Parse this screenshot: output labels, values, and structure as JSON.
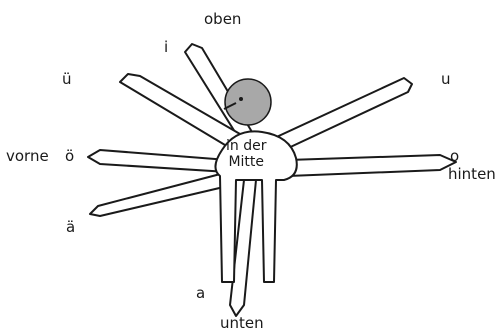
{
  "labels": {
    "oben": "oben",
    "i": "i",
    "u_top": "ü",
    "u": "u",
    "vorne": "vorne",
    "o_umlaut": "ö",
    "center_line1": "in der",
    "center_line2": "Mitte",
    "o": "o",
    "hinten": "hinten",
    "a_umlaut": "ä",
    "a": "a",
    "unten": "unten"
  },
  "colors": {
    "outline": "#1a1a1a",
    "face": "#a8a8a8",
    "background": "#ffffff"
  }
}
